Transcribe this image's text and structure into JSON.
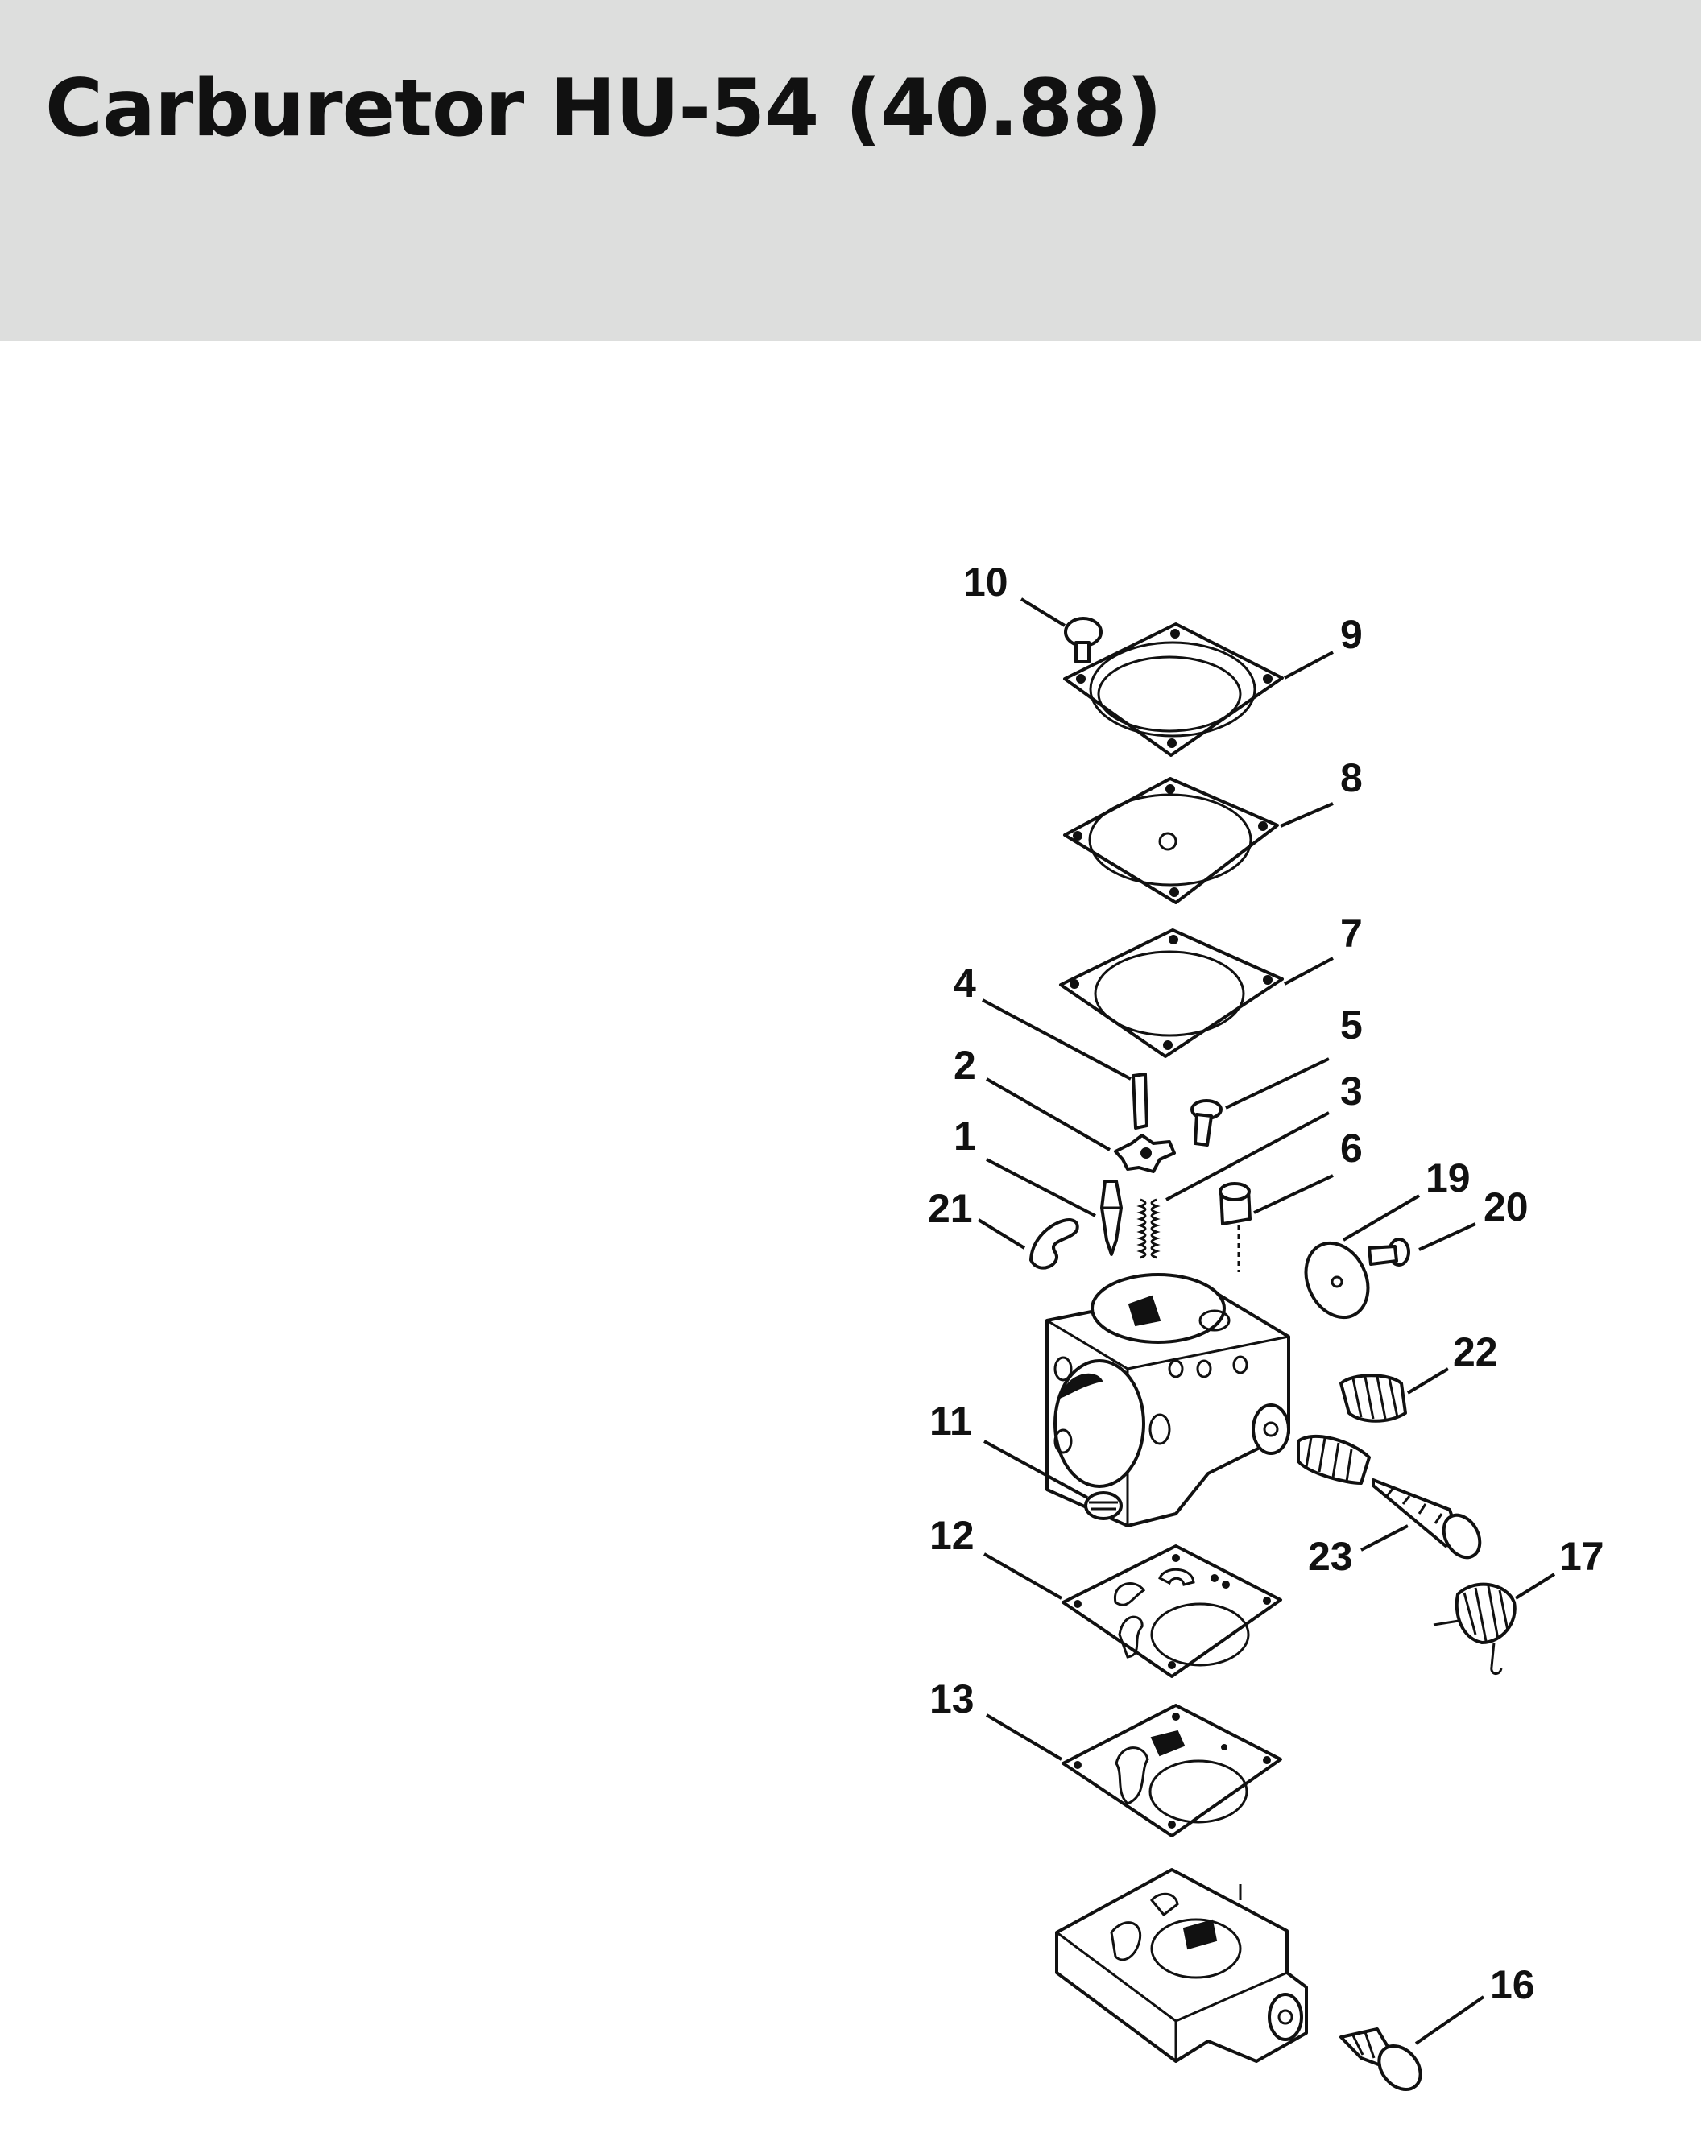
{
  "title": "Carburetor HU-54 (40.88)",
  "callouts": {
    "c10": "10",
    "c9": "9",
    "c8": "8",
    "c7": "7",
    "c4": "4",
    "c5": "5",
    "c2": "2",
    "c3": "3",
    "c1": "1",
    "c6": "6",
    "c21": "21",
    "c19": "19",
    "c20": "20",
    "c22": "22",
    "c11": "11",
    "c12": "12",
    "c23": "23",
    "c17": "17",
    "c13": "13",
    "c16": "16"
  },
  "colors": {
    "header_bg": "#dddedd",
    "ink": "#111111",
    "page_bg": "#ffffff"
  }
}
